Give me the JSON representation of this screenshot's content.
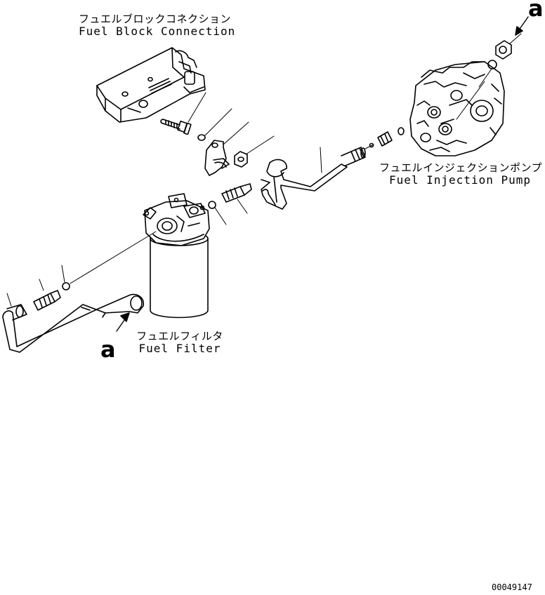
{
  "labels": {
    "fuel_block": {
      "jp": "フュエルブロックコネクション",
      "en": "Fuel Block Connection"
    },
    "injection_pump": {
      "jp": "フュエルインジェクションポンプ",
      "en": "Fuel Injection Pump"
    },
    "fuel_filter": {
      "jp": "フュエルフィルタ",
      "en": "Fuel Filter"
    }
  },
  "reference_marks": {
    "top": "a",
    "bottom": "a"
  },
  "drawing_number": "00049147",
  "colors": {
    "line": "#000000",
    "background": "#ffffff"
  }
}
